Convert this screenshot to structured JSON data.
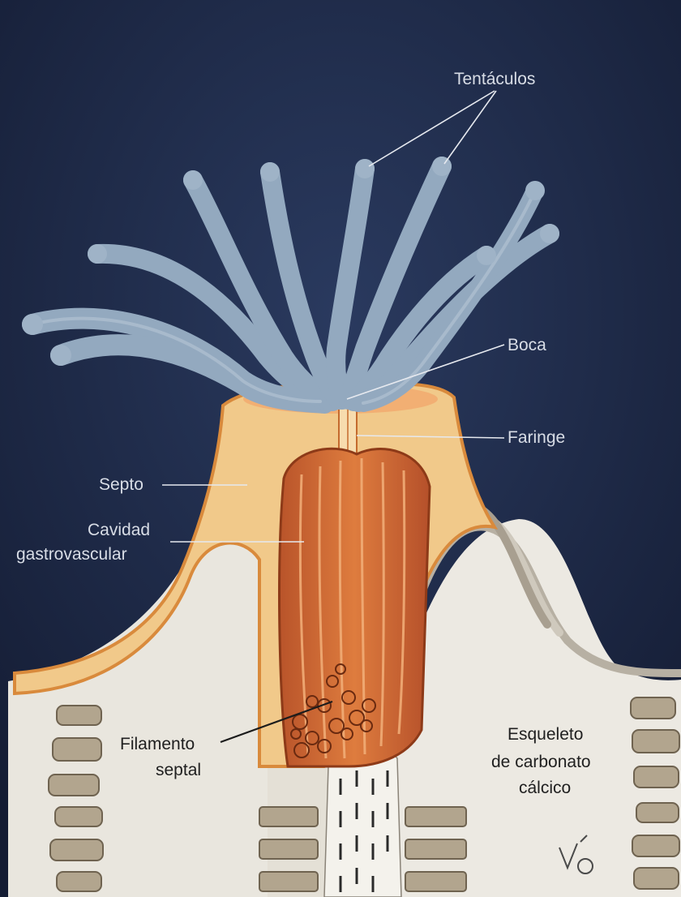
{
  "labels": {
    "tentaculos": "Tentáculos",
    "boca": "Boca",
    "faringe": "Faringe",
    "septo": "Septo",
    "cavidad_line1": "Cavidad",
    "cavidad_line2": "gastrovascular",
    "filamento_line1": "Filamento",
    "filamento_line2": "septal",
    "esqueleto_line1": "Esqueleto",
    "esqueleto_line2": "de carbonato",
    "esqueleto_line3": "cálcico"
  },
  "colors": {
    "background": "#1f2b4a",
    "tentacles": "#93a9bf",
    "tissue": "#f1c98a",
    "gastric_folds": "#c9652d",
    "skeleton": "#e9e6de"
  }
}
